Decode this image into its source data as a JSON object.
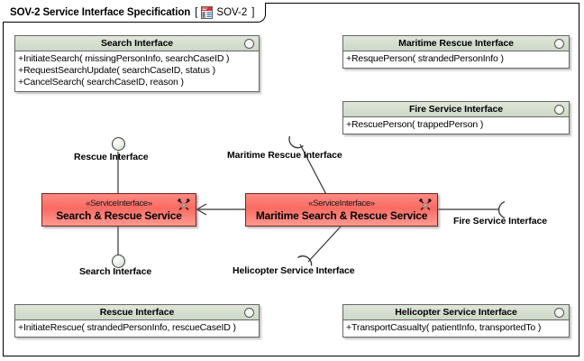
{
  "frame": {
    "title": "SOV-2 Service Interface Specification",
    "bracket_open": "[",
    "bracket_close": "]",
    "diagram_id": "SOV-2",
    "icon": "spec-document-icon",
    "background": "#ffffff",
    "border_color": "#000000"
  },
  "colors": {
    "interface_header": "#cdd8c6",
    "interface_body": "#ffffff",
    "service_fill": "#f96b62",
    "service_border": "#7a2020",
    "line": "#333333"
  },
  "interfaces": [
    {
      "name": "Search Interface",
      "icon": "provided-interface-circle-icon",
      "operations": [
        "+InitiateSearch( missingPersonInfo, searchCaseID )",
        "+RequestSearchUpdate( searchCaseID, status )",
        "+CancelSearch( searchCaseID, reason )"
      ]
    },
    {
      "name": "Maritime Rescue Interface",
      "icon": "provided-interface-circle-icon",
      "operations": [
        "+ResquePerson( strandedPersonInfo )"
      ]
    },
    {
      "name": "Fire Service Interface",
      "icon": "provided-interface-circle-icon",
      "operations": [
        "+RescuePerson( trappedPerson )"
      ]
    },
    {
      "name": "Rescue Interface",
      "icon": "provided-interface-circle-icon",
      "operations": [
        "+InitiateRescue( strandedPersonInfo, rescueCaseID )"
      ]
    },
    {
      "name": "Helicopter Service Interface",
      "icon": "provided-interface-circle-icon",
      "operations": [
        "+TransportCasualty( patientInfo, transportedTo )"
      ]
    }
  ],
  "services": [
    {
      "stereotype": "«ServiceInterface»",
      "name": "Search & Rescue Service",
      "icon": "crossed-tools-icon"
    },
    {
      "stereotype": "«ServiceInterface»",
      "name": "Maritime Search & Rescue Service",
      "icon": "crossed-tools-icon"
    }
  ],
  "connectors": [
    {
      "label": "Rescue Interface",
      "kind": "provided",
      "icon": "provided-ball-icon"
    },
    {
      "label": "Search Interface",
      "kind": "provided",
      "icon": "provided-ball-icon"
    },
    {
      "label": "Maritime Rescue Interface",
      "kind": "required",
      "icon": "required-socket-icon"
    },
    {
      "label": "Helicopter Service Interface",
      "kind": "required",
      "icon": "required-socket-icon"
    },
    {
      "label": "Fire Service Interface",
      "kind": "required",
      "icon": "required-socket-icon"
    }
  ],
  "relationships": [
    {
      "kind": "realization-arrow",
      "from": "Maritime Search & Rescue Service",
      "to": "Search & Rescue Service"
    }
  ]
}
